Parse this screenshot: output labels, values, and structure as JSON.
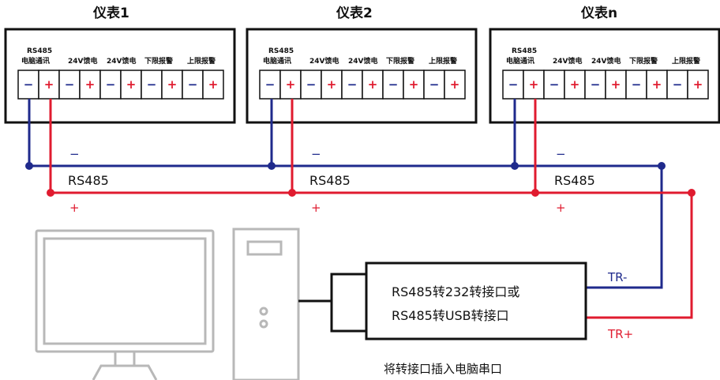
{
  "instruments": [
    {
      "title": "仪表1",
      "rs485": "RS485",
      "groups": [
        "电脑通讯",
        "24V馈电",
        "24V馈电",
        "下限报警",
        "上限报警"
      ]
    },
    {
      "title": "仪表2",
      "rs485": "RS485",
      "groups": [
        "电脑通讯",
        "24V馈电",
        "24V馈电",
        "下限报警",
        "上限报警"
      ]
    },
    {
      "title": "仪表n",
      "rs485": "RS485",
      "groups": [
        "电脑通讯",
        "24V馈电",
        "24V馈电",
        "下限报警",
        "上限报警"
      ]
    }
  ],
  "pins": {
    "neg": "−",
    "pos": "+"
  },
  "bus": {
    "segments": [
      {
        "neg_sign": "−",
        "label": "RS485",
        "pos_sign": "+"
      },
      {
        "neg_sign": "−",
        "label": "RS485",
        "pos_sign": "+"
      },
      {
        "neg_sign": "−",
        "label": "RS485",
        "pos_sign": "+"
      }
    ],
    "neg_color": "#1f2a8c",
    "pos_color": "#e01b2f"
  },
  "converter": {
    "line1": "RS485转232转接口或",
    "line2": "RS485转USB转接口",
    "tr_neg": "TR-",
    "tr_pos": "TR+"
  },
  "caption": "将转接口插入电脑串口",
  "icons": [
    "monitor-icon",
    "pc-tower-icon",
    "connector-plug-icon"
  ]
}
